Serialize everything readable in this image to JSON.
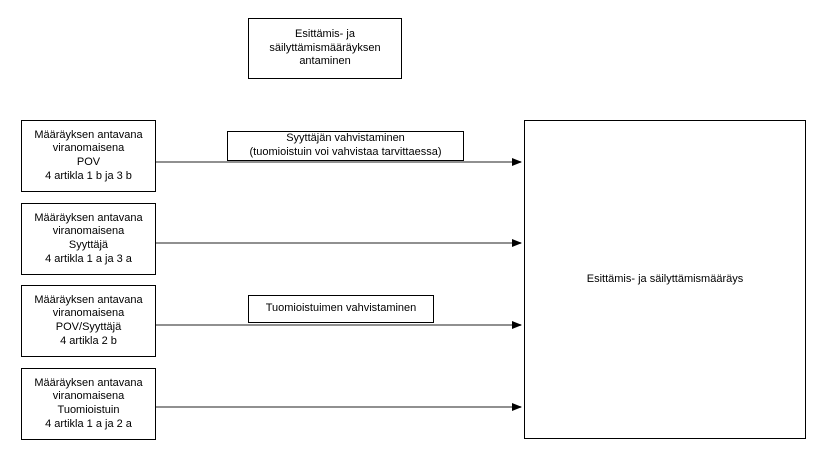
{
  "diagram": {
    "title_box": {
      "text": "Esittämis- ja\nsäilyttämismääräyksen\nantaminen"
    },
    "source_boxes": [
      {
        "text": "Määräyksen antavana\nviranomaisena\nPOV\n4 artikla 1 b ja 3 b"
      },
      {
        "text": "Määräyksen antavana\nviranomaisena\nSyyttäjä\n4 artikla 1 a ja 3 a"
      },
      {
        "text": "Määräyksen antavana\nviranomaisena\nPOV/Syyttäjä\n4 artikla 2 b"
      },
      {
        "text": "Määräyksen antavana\nviranomaisena\nTuomioistuin\n4 artikla 1 a ja 2 a"
      }
    ],
    "process_labels": [
      {
        "text": "Syyttäjän vahvistaminen\n(tuomioistuin voi vahvistaa tarvittaessa)"
      },
      {
        "text": "Tuomioistuimen vahvistaminen"
      }
    ],
    "result_box": {
      "text": "Esittämis- ja säilyttämismääräys"
    },
    "connections": [
      {
        "from": "Määräyksen antavana viranomaisena POV 4 artikla 1 b ja 3 b",
        "to": "Esittämis- ja säilyttämismääräys",
        "label": "Syyttäjän vahvistaminen (tuomioistuin voi vahvistaa tarvittaessa)"
      },
      {
        "from": "Määräyksen antavana viranomaisena Syyttäjä 4 artikla 1 a ja 3 a",
        "to": "Esittämis- ja säilyttämismääräys",
        "label": ""
      },
      {
        "from": "Määräyksen antavana viranomaisena POV/Syyttäjä 4 artikla 2 b",
        "to": "Esittämis- ja säilyttämismääräys",
        "label": "Tuomioistuimen vahvistaminen"
      },
      {
        "from": "Määräyksen antavana viranomaisena Tuomioistuin 4 artikla 1 a ja 2 a",
        "to": "Esittämis- ja säilyttämismääräys",
        "label": ""
      }
    ],
    "colors": {
      "background": "#ffffff",
      "box_border": "#000000",
      "text": "#000000",
      "arrow_line": "#808080",
      "arrow_head": "#000000"
    }
  }
}
